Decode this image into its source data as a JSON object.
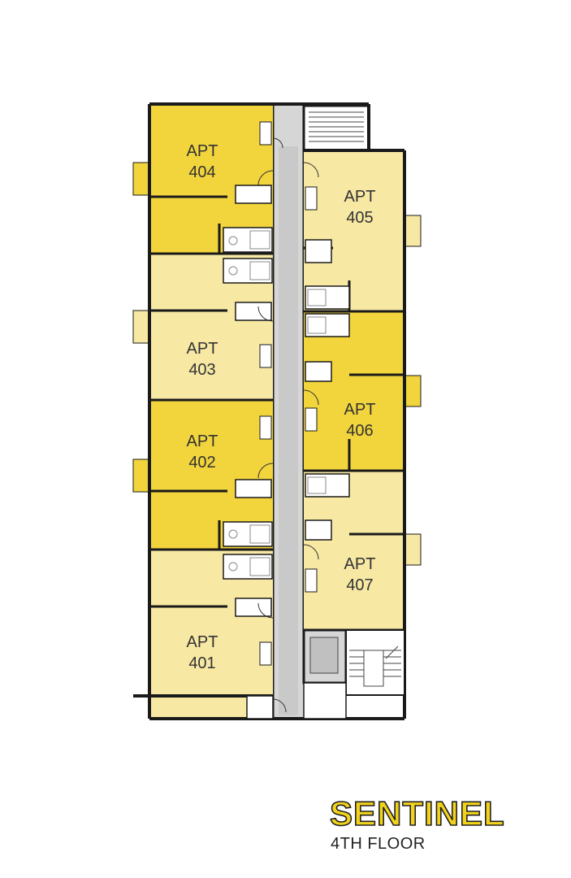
{
  "colors": {
    "unit_dark": "#F2D43D",
    "unit_light": "#F7E8A4",
    "corridor": "#D6D6D6",
    "wall": "#1A1A1A",
    "fixture": "#BBBBBB",
    "balcony_light": "#F7E8A4",
    "balcony_dark": "#F2D43D"
  },
  "units": [
    {
      "id": "404",
      "line1": "APT",
      "line2": "404",
      "shade": "dark"
    },
    {
      "id": "403",
      "line1": "APT",
      "line2": "403",
      "shade": "light"
    },
    {
      "id": "402",
      "line1": "APT",
      "line2": "402",
      "shade": "dark"
    },
    {
      "id": "401",
      "line1": "APT",
      "line2": "401",
      "shade": "light"
    },
    {
      "id": "405",
      "line1": "APT",
      "line2": "405",
      "shade": "light"
    },
    {
      "id": "406",
      "line1": "APT",
      "line2": "406",
      "shade": "dark"
    },
    {
      "id": "407",
      "line1": "APT",
      "line2": "407",
      "shade": "light"
    }
  ],
  "brand": {
    "name": "SENTINEL",
    "floor": "4TH FLOOR"
  },
  "icons": [
    "stairs-icon",
    "elevator-icon",
    "door-icon",
    "bathtub-icon",
    "toilet-icon",
    "stove-icon",
    "sink-icon"
  ]
}
